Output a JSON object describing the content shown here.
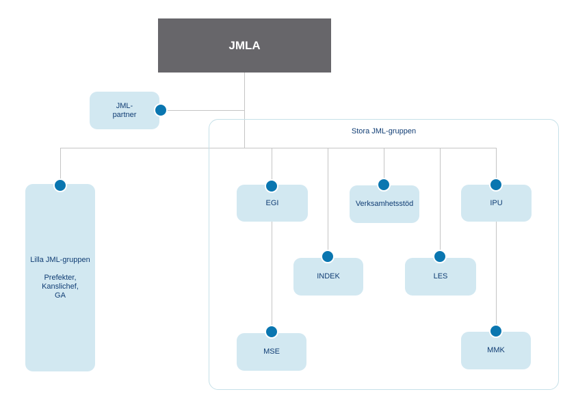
{
  "root": {
    "label": "JMLA"
  },
  "partner": {
    "line1": "JML-",
    "line2": "partner"
  },
  "group": {
    "title": "Stora JML-gruppen"
  },
  "lilla": {
    "line1": "Lilla JML-gruppen",
    "line2": "Prefekter, Kanslichef,",
    "line3": "GA"
  },
  "nodes": {
    "egi": "EGI",
    "verksamhetsstod": "Verksamhetsstöd",
    "ipu": "IPU",
    "indek": "INDEK",
    "les": "LES",
    "mse": "MSE",
    "mmk": "MMK"
  },
  "colors": {
    "root_fill": "#67666a",
    "node_fill": "#d2e8f1",
    "dot_fill": "#0a76b0",
    "text": "#0f3c73",
    "connector": "#c4c4c4",
    "group_border": "#c5e0e8"
  }
}
